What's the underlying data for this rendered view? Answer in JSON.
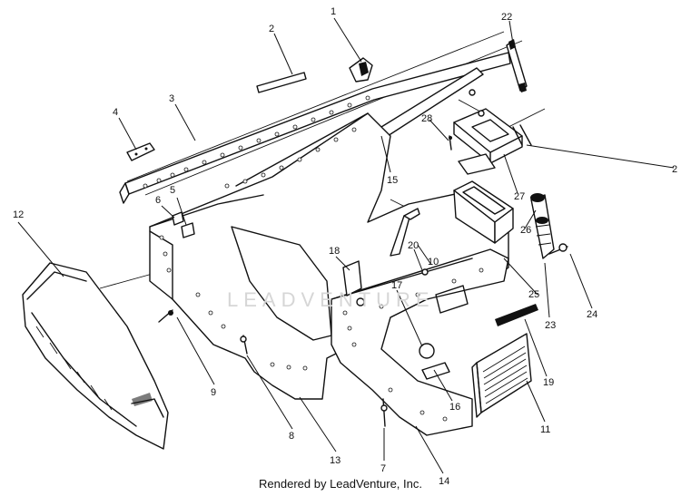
{
  "footer": {
    "text": "Rendered by LeadVenture, Inc."
  },
  "watermark": {
    "text": "LEADVENTURE"
  },
  "callouts": [
    "1",
    "2",
    "3",
    "4",
    "5",
    "6",
    "7",
    "8",
    "9",
    "10",
    "11",
    "12",
    "13",
    "14",
    "15",
    "16",
    "17",
    "18",
    "19",
    "20",
    "22",
    "23",
    "24",
    "25",
    "26",
    "27",
    "28",
    "2"
  ]
}
